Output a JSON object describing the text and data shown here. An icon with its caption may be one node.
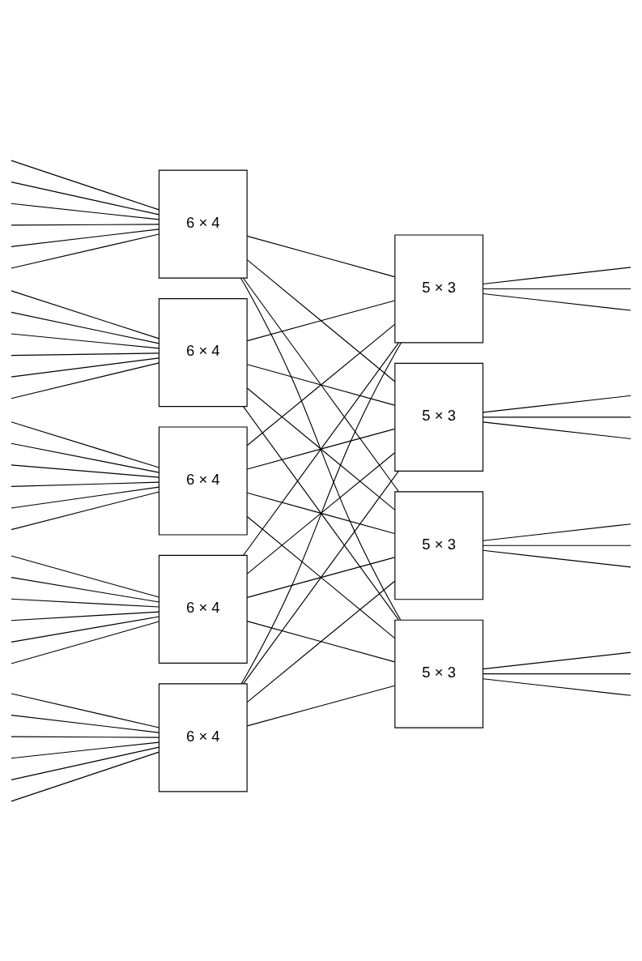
{
  "diagram": {
    "nodes": [
      {
        "text": [
          "6 × 4"
        ]
      },
      {
        "text": [
          "6 × 4"
        ]
      },
      {
        "text": [
          "6 × 4"
        ]
      },
      {
        "text": [
          "6 × 4"
        ]
      },
      {
        "text": [
          "6 × 4"
        ]
      },
      {
        "text": [
          "5 × 3"
        ]
      },
      {
        "text": [
          "5 × 3"
        ]
      },
      {
        "text": [
          "5 × 3"
        ]
      },
      {
        "text": [
          "5 × 3"
        ]
      }
    ],
    "edges": [
      {
        "from": null,
        "to": 0,
        "arrow": "none"
      },
      {
        "from": null,
        "to": 0,
        "arrow": "none"
      },
      {
        "from": null,
        "to": 0,
        "arrow": "none"
      },
      {
        "from": null,
        "to": 0,
        "arrow": "none"
      },
      {
        "from": null,
        "to": 0,
        "arrow": "none"
      },
      {
        "from": null,
        "to": 0,
        "arrow": "none"
      },
      {
        "from": null,
        "to": 1,
        "arrow": "none"
      },
      {
        "from": null,
        "to": 1,
        "arrow": "none"
      },
      {
        "from": null,
        "to": 1,
        "arrow": "none"
      },
      {
        "from": null,
        "to": 1,
        "arrow": "none"
      },
      {
        "from": null,
        "to": 1,
        "arrow": "none"
      },
      {
        "from": null,
        "to": 1,
        "arrow": "none"
      },
      {
        "from": null,
        "to": 2,
        "arrow": "none"
      },
      {
        "from": null,
        "to": 2,
        "arrow": "none"
      },
      {
        "from": null,
        "to": 2,
        "arrow": "none"
      },
      {
        "from": null,
        "to": 2,
        "arrow": "none"
      },
      {
        "from": null,
        "to": 2,
        "arrow": "none"
      },
      {
        "from": null,
        "to": 2,
        "arrow": "none"
      },
      {
        "from": null,
        "to": 3,
        "arrow": "none"
      },
      {
        "from": null,
        "to": 3,
        "arrow": "none"
      },
      {
        "from": null,
        "to": 3,
        "arrow": "none"
      },
      {
        "from": null,
        "to": 3,
        "arrow": "none"
      },
      {
        "from": null,
        "to": 3,
        "arrow": "none"
      },
      {
        "from": null,
        "to": 3,
        "arrow": "none"
      },
      {
        "from": null,
        "to": 4,
        "arrow": "none"
      },
      {
        "from": null,
        "to": 4,
        "arrow": "none"
      },
      {
        "from": null,
        "to": 4,
        "arrow": "none"
      },
      {
        "from": null,
        "to": 4,
        "arrow": "none"
      },
      {
        "from": null,
        "to": 4,
        "arrow": "none"
      },
      {
        "from": null,
        "to": 4,
        "arrow": "none"
      },
      {
        "from": 0,
        "to": 5,
        "arrow": "none"
      },
      {
        "from": 0,
        "to": 6,
        "arrow": "none"
      },
      {
        "from": 0,
        "to": 7,
        "arrow": "none"
      },
      {
        "from": 0,
        "to": 8,
        "arrow": "none"
      },
      {
        "from": 1,
        "to": 5,
        "arrow": "none"
      },
      {
        "from": 1,
        "to": 6,
        "arrow": "none"
      },
      {
        "from": 1,
        "to": 7,
        "arrow": "none"
      },
      {
        "from": 1,
        "to": 8,
        "arrow": "none"
      },
      {
        "from": 2,
        "to": 5,
        "arrow": "none"
      },
      {
        "from": 2,
        "to": 6,
        "arrow": "none"
      },
      {
        "from": 2,
        "to": 7,
        "arrow": "none"
      },
      {
        "from": 2,
        "to": 8,
        "arrow": "none"
      },
      {
        "from": 3,
        "to": 5,
        "arrow": "none"
      },
      {
        "from": 3,
        "to": 6,
        "arrow": "none"
      },
      {
        "from": 3,
        "to": 7,
        "arrow": "none"
      },
      {
        "from": 3,
        "to": 8,
        "arrow": "none"
      },
      {
        "from": 4,
        "to": 5,
        "arrow": "none"
      },
      {
        "from": 4,
        "to": 6,
        "arrow": "none"
      },
      {
        "from": 4,
        "to": 7,
        "arrow": "none"
      },
      {
        "from": 4,
        "to": 8,
        "arrow": "none"
      },
      {
        "from": 5,
        "to": null,
        "arrow": "none"
      },
      {
        "from": 5,
        "to": null,
        "arrow": "none"
      },
      {
        "from": 5,
        "to": null,
        "arrow": "none"
      },
      {
        "from": 6,
        "to": null,
        "arrow": "none"
      },
      {
        "from": 6,
        "to": null,
        "arrow": "none"
      },
      {
        "from": 6,
        "to": null,
        "arrow": "none"
      },
      {
        "from": 7,
        "to": null,
        "arrow": "none"
      },
      {
        "from": 7,
        "to": null,
        "arrow": "none"
      },
      {
        "from": 7,
        "to": null,
        "arrow": "none"
      },
      {
        "from": 8,
        "to": null,
        "arrow": "none"
      },
      {
        "from": 8,
        "to": null,
        "arrow": "none"
      },
      {
        "from": 8,
        "to": null,
        "arrow": "none"
      }
    ]
  }
}
